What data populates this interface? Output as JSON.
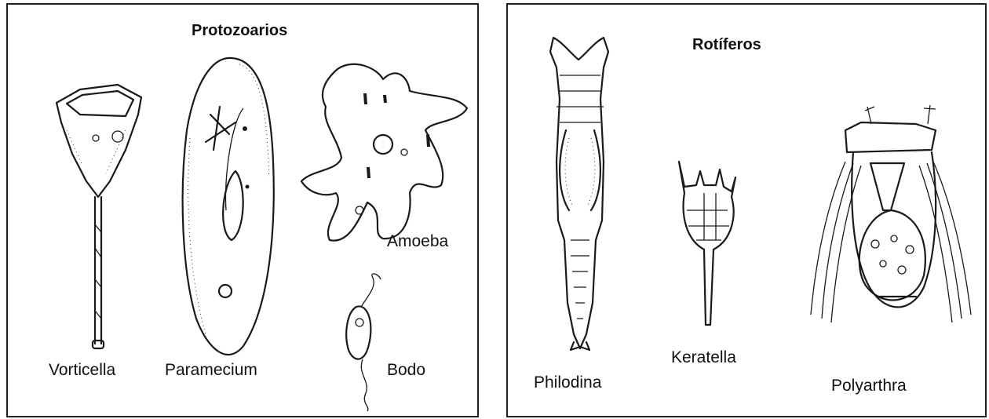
{
  "panels": {
    "protozoa": {
      "title": "Protozoarios",
      "labels": {
        "vorticella": "Vorticella",
        "paramecium": "Paramecium",
        "amoeba": "Amoeba",
        "bodo": "Bodo"
      }
    },
    "rotifers": {
      "title": "Rotíferos",
      "labels": {
        "philodina": "Philodina",
        "keratella": "Keratella",
        "polyarthra": "Polyarthra"
      }
    }
  },
  "colors": {
    "ink": "#1a1a1a",
    "background": "#ffffff"
  }
}
